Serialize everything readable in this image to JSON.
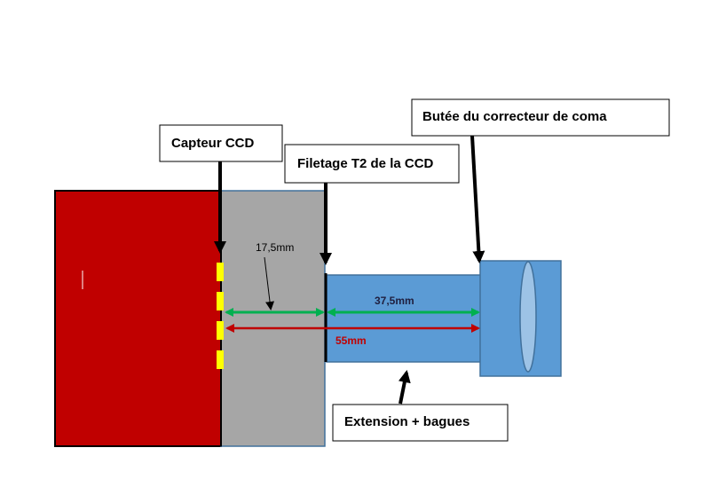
{
  "callouts": {
    "ccd_sensor": "Capteur CCD",
    "t2_thread": "Filetage T2 de la CCD",
    "corrector_stop": "Butée du correcteur de coma",
    "extension": "Extension + bagues"
  },
  "dimensions": {
    "sensor_to_thread": "17,5mm",
    "thread_to_stop": "37,5mm",
    "total": "55mm"
  },
  "colors": {
    "camera_body": "#c00000",
    "camera_adapter": "#a6a6a6",
    "extension_tube": "#5b9bd5",
    "lens": "#9dc3e6",
    "sensor": "#ffff00",
    "dim_green": "#00b050",
    "dim_red": "#c00000",
    "total_label": "#c00000"
  }
}
